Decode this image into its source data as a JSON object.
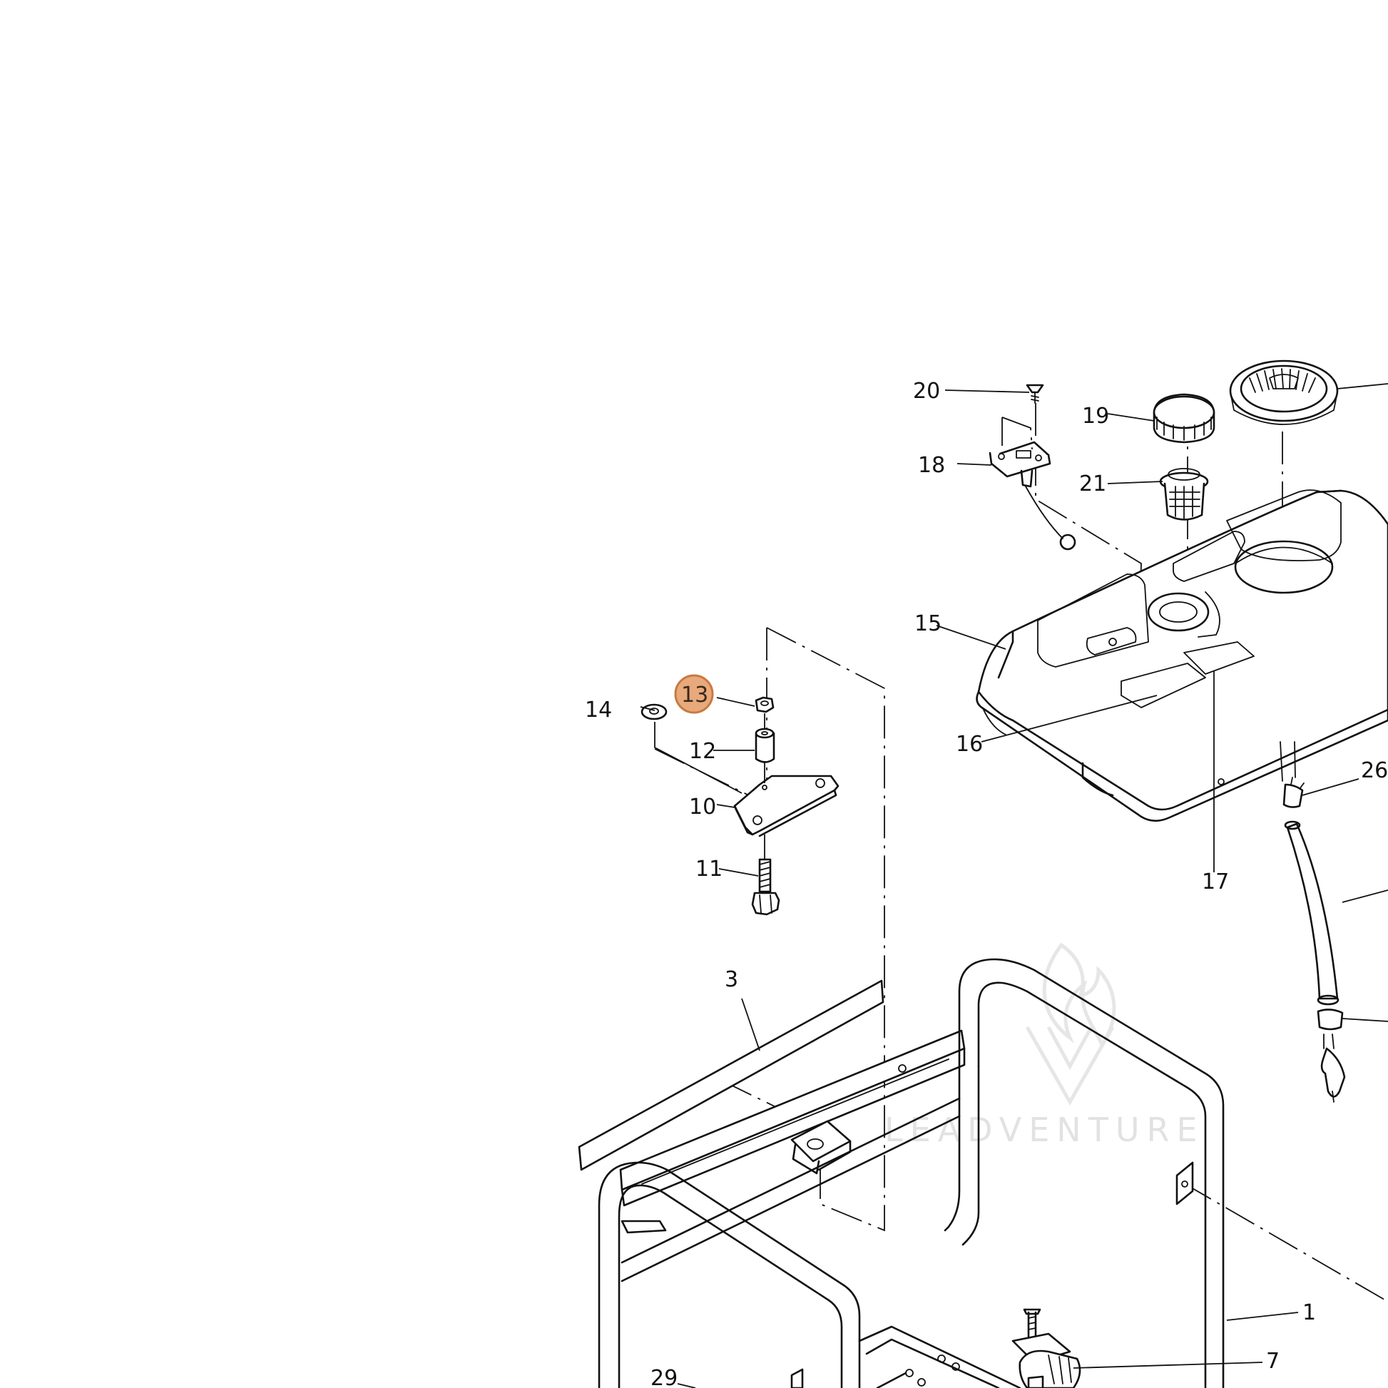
{
  "diagram": {
    "highlight_color": "#e8a97c",
    "highlight_border": "#c9793f",
    "selected_part": "13",
    "callouts": [
      {
        "id": "c20",
        "label": "20"
      },
      {
        "id": "c19",
        "label": "19"
      },
      {
        "id": "c18",
        "label": "18"
      },
      {
        "id": "c21",
        "label": "21"
      },
      {
        "id": "c15",
        "label": "15"
      },
      {
        "id": "c13",
        "label": "13"
      },
      {
        "id": "c14",
        "label": "14"
      },
      {
        "id": "c12",
        "label": "12"
      },
      {
        "id": "c16",
        "label": "16"
      },
      {
        "id": "c10",
        "label": "10"
      },
      {
        "id": "c11",
        "label": "11"
      },
      {
        "id": "c26",
        "label": "26"
      },
      {
        "id": "c17",
        "label": "17"
      },
      {
        "id": "c3",
        "label": "3"
      },
      {
        "id": "c1",
        "label": "1"
      },
      {
        "id": "c7",
        "label": "7"
      },
      {
        "id": "c29",
        "label": "29"
      }
    ],
    "watermark": "LEADVENTURE"
  }
}
